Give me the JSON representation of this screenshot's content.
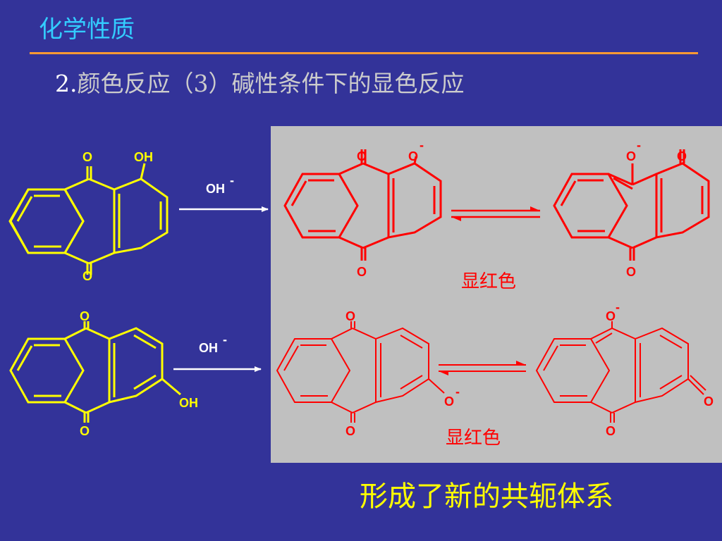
{
  "header": {
    "title": "化学性质",
    "subtitle_number": "2.",
    "subtitle_text": "颜色反应（3）碱性条件下的显色反应"
  },
  "reactions": {
    "reagent_1": "OH",
    "reagent_2": "OH",
    "charge_minus": "-",
    "atom_O": "O",
    "atom_OH": "OH",
    "color_label_1": "显红色",
    "color_label_2": "显红色"
  },
  "footer": {
    "conclusion": "形成了新的共轭体系"
  },
  "colors": {
    "background": "#333399",
    "title": "#33ccff",
    "rule": "#ff9933",
    "reactant": "#ffff00",
    "product": "#ff0000",
    "panel": "#c0c0c0",
    "arrow": "#ffffff",
    "conclusion": "#ffff00"
  }
}
